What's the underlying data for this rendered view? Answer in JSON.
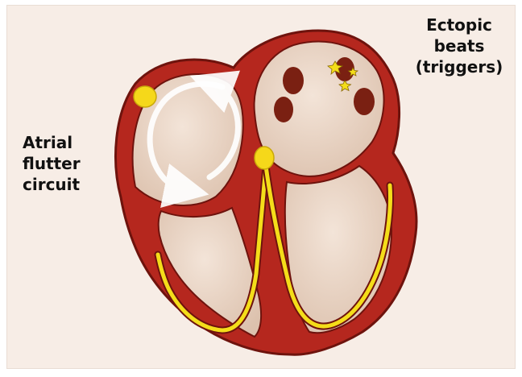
{
  "labels": {
    "atrial_flutter_circuit": [
      "Atrial",
      "flutter",
      "circuit"
    ],
    "ectopic_beats": [
      "Ectopic",
      "beats",
      "(triggers)"
    ]
  },
  "colors": {
    "background": "#f7ede6",
    "heart_wall": "#b5271e",
    "heart_outline": "#6e130d",
    "chamber": "#e9d3c1",
    "chamber_light": "#f3e4d8",
    "conduction": "#f4dd1a",
    "node": "#f5d81a",
    "vein": "#7a2012",
    "circuit_arrow": "#ffffff"
  },
  "icons": [
    "heart-diagram",
    "sa-node",
    "av-node",
    "circuit-arrow-icon",
    "trigger-star-icon",
    "pulmonary-vein"
  ]
}
